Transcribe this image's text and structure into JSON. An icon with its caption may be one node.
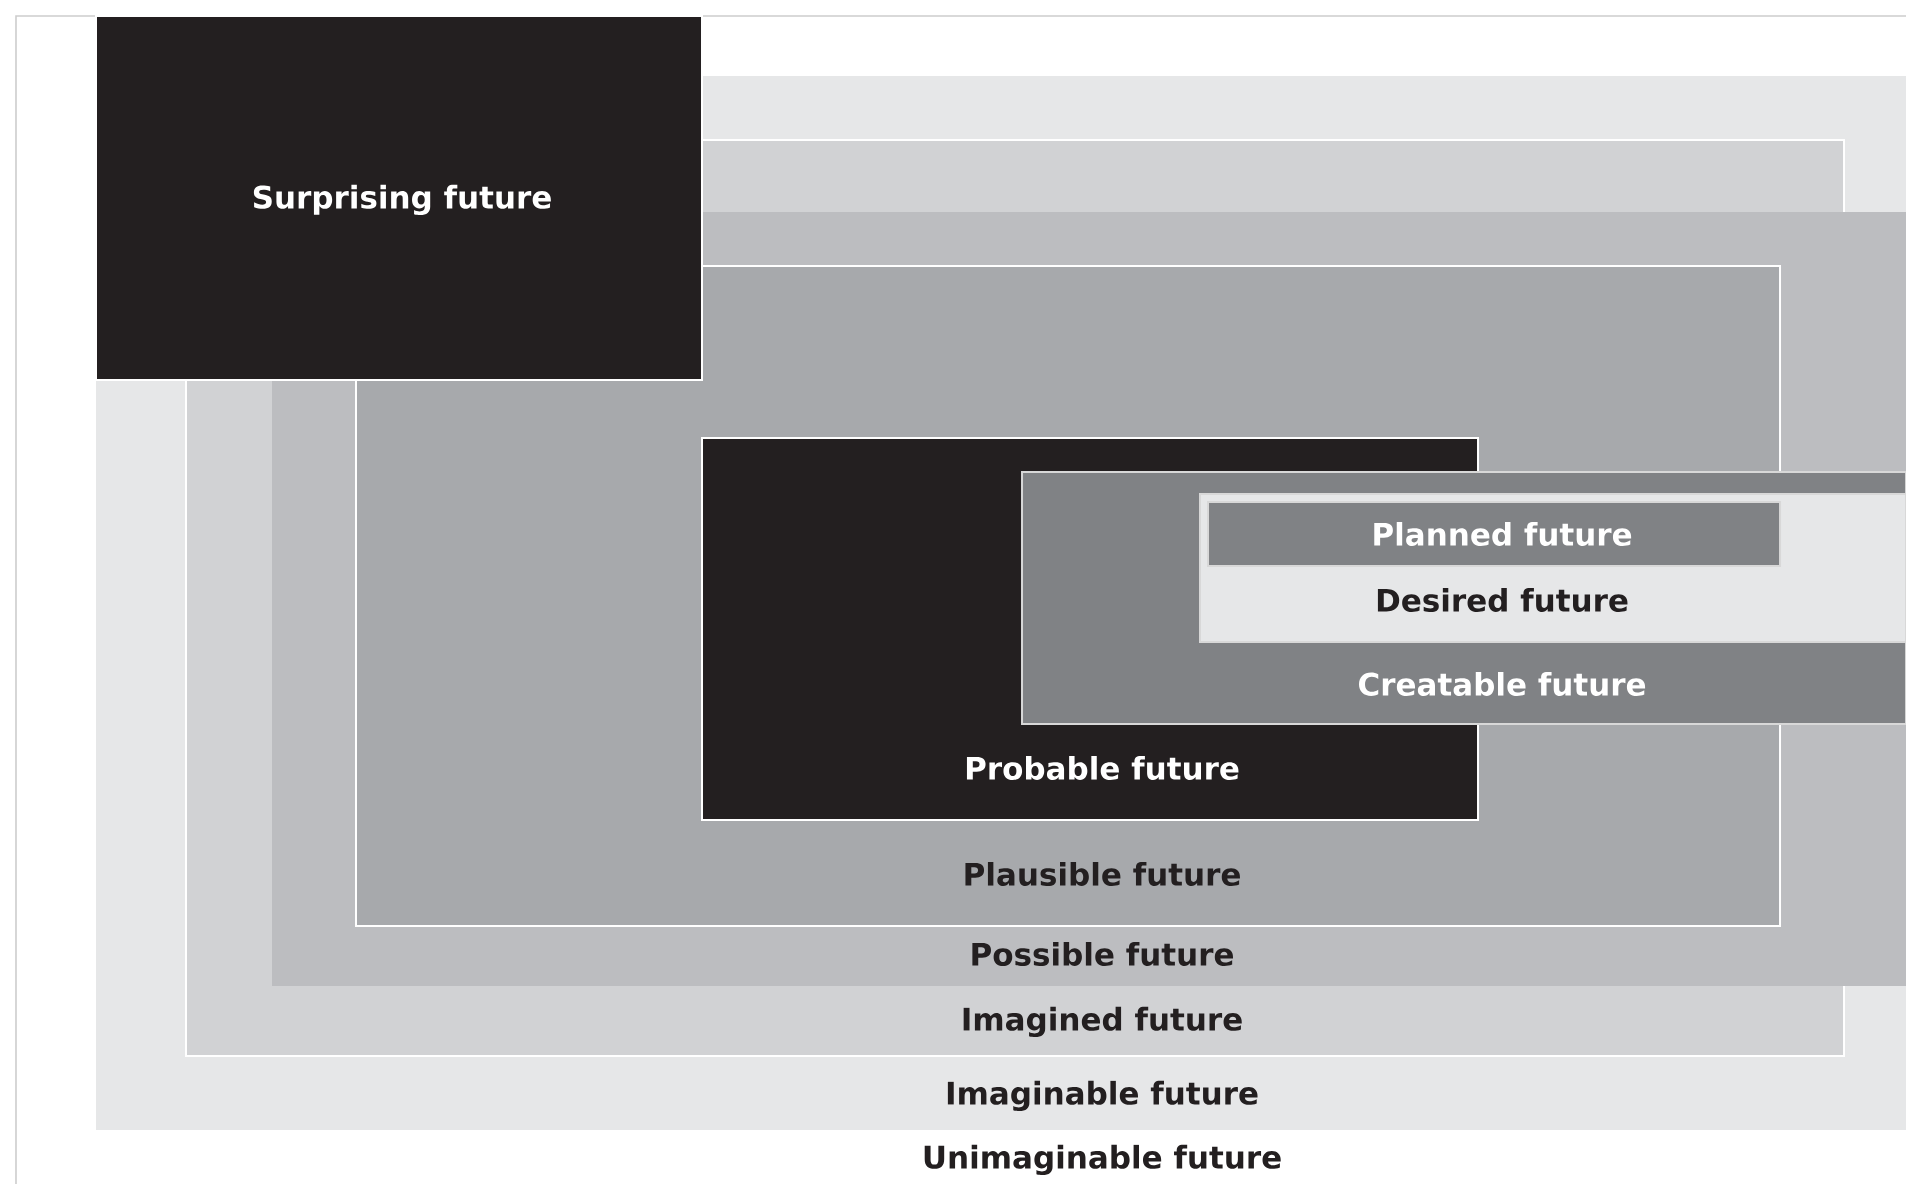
{
  "diagram": {
    "nodes": [
      {
        "text": [
          "Unimaginable future"
        ]
      },
      {
        "text": [
          "Imaginable future"
        ],
        "in": 0
      },
      {
        "text": [
          "Imagined future"
        ],
        "in": 1
      },
      {
        "text": [
          "Possible future"
        ],
        "in": 2
      },
      {
        "text": [
          "Plausible future"
        ],
        "in": 3
      },
      {
        "text": [
          "Probable future"
        ],
        "in": 4
      },
      {
        "text": [
          "Creatable future"
        ],
        "in": 3
      },
      {
        "text": [
          "Desired future"
        ],
        "in": 6
      },
      {
        "text": [
          "Planned future"
        ],
        "in": 7
      },
      {
        "text": [
          "Surprising future"
        ],
        "in": 0
      }
    ]
  }
}
